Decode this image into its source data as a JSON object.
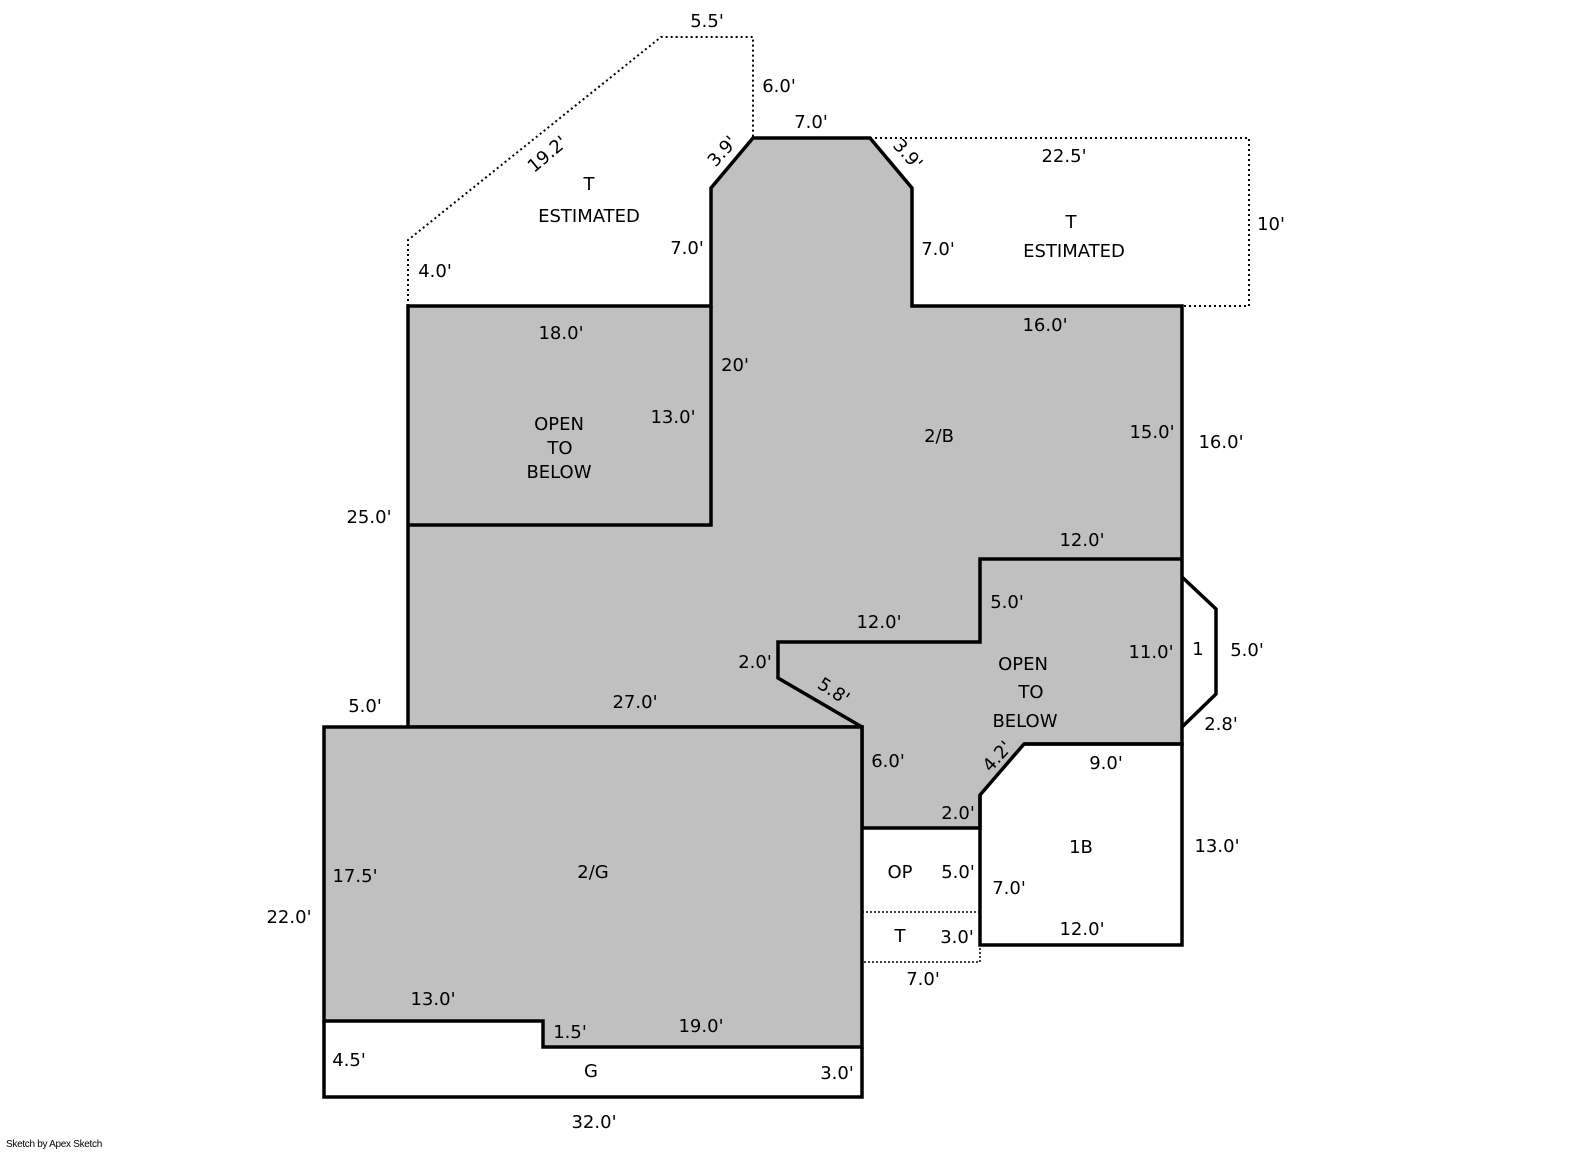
{
  "colors": {
    "living_fill": "#c0c0c0",
    "unshaded_fill": "#ffffff",
    "line": "#000000"
  },
  "areas": {
    "t_left": [
      "T",
      "ESTIMATED"
    ],
    "t_right": [
      "T",
      "ESTIMATED"
    ],
    "open_left": [
      "OPEN",
      "TO",
      "BELOW"
    ],
    "open_right": [
      "OPEN",
      "TO",
      "BELOW"
    ],
    "second_b": "2/B",
    "second_g": "2/G",
    "garage": "G",
    "first_b": "1B",
    "bay": "1",
    "porch": "OP",
    "terrace": "T"
  },
  "dimensions": {
    "d1": "5.5'",
    "d2": "6.0'",
    "d3": "7.0'",
    "d4": "19.2'",
    "d5": "3.9'",
    "d6": "3.9'",
    "d7": "22.5'",
    "d8": "10'",
    "d9": "7.0'",
    "d10": "7.0'",
    "d11": "4.0'",
    "d12": "18.0'",
    "d13": "16.0'",
    "d14": "20'",
    "d15": "13.0'",
    "d16": "15.0'",
    "d17": "16.0'",
    "d18": "25.0'",
    "d19": "12.0'",
    "d20": "5.0'",
    "d21": "12.0'",
    "d22": "2.0'",
    "d23": "11.0'",
    "d24": "5.0'",
    "d25": "5.8'",
    "d26": "5.0'",
    "d27": "27.0'",
    "d28": "2.8'",
    "d29": "6.0'",
    "d30": "4.2'",
    "d31": "9.0'",
    "d32": "2.0'",
    "d33": "13.0'",
    "d34": "17.5'",
    "d35": "5.0'",
    "d36": "7.0'",
    "d37": "22.0'",
    "d38": "3.0'",
    "d39": "12.0'",
    "d40": "7.0'",
    "d41": "13.0'",
    "d42": "1.5'",
    "d43": "19.0'",
    "d44": "4.5'",
    "d45": "3.0'",
    "d46": "32.0'"
  },
  "footer": "Sketch by Apex Sketch"
}
